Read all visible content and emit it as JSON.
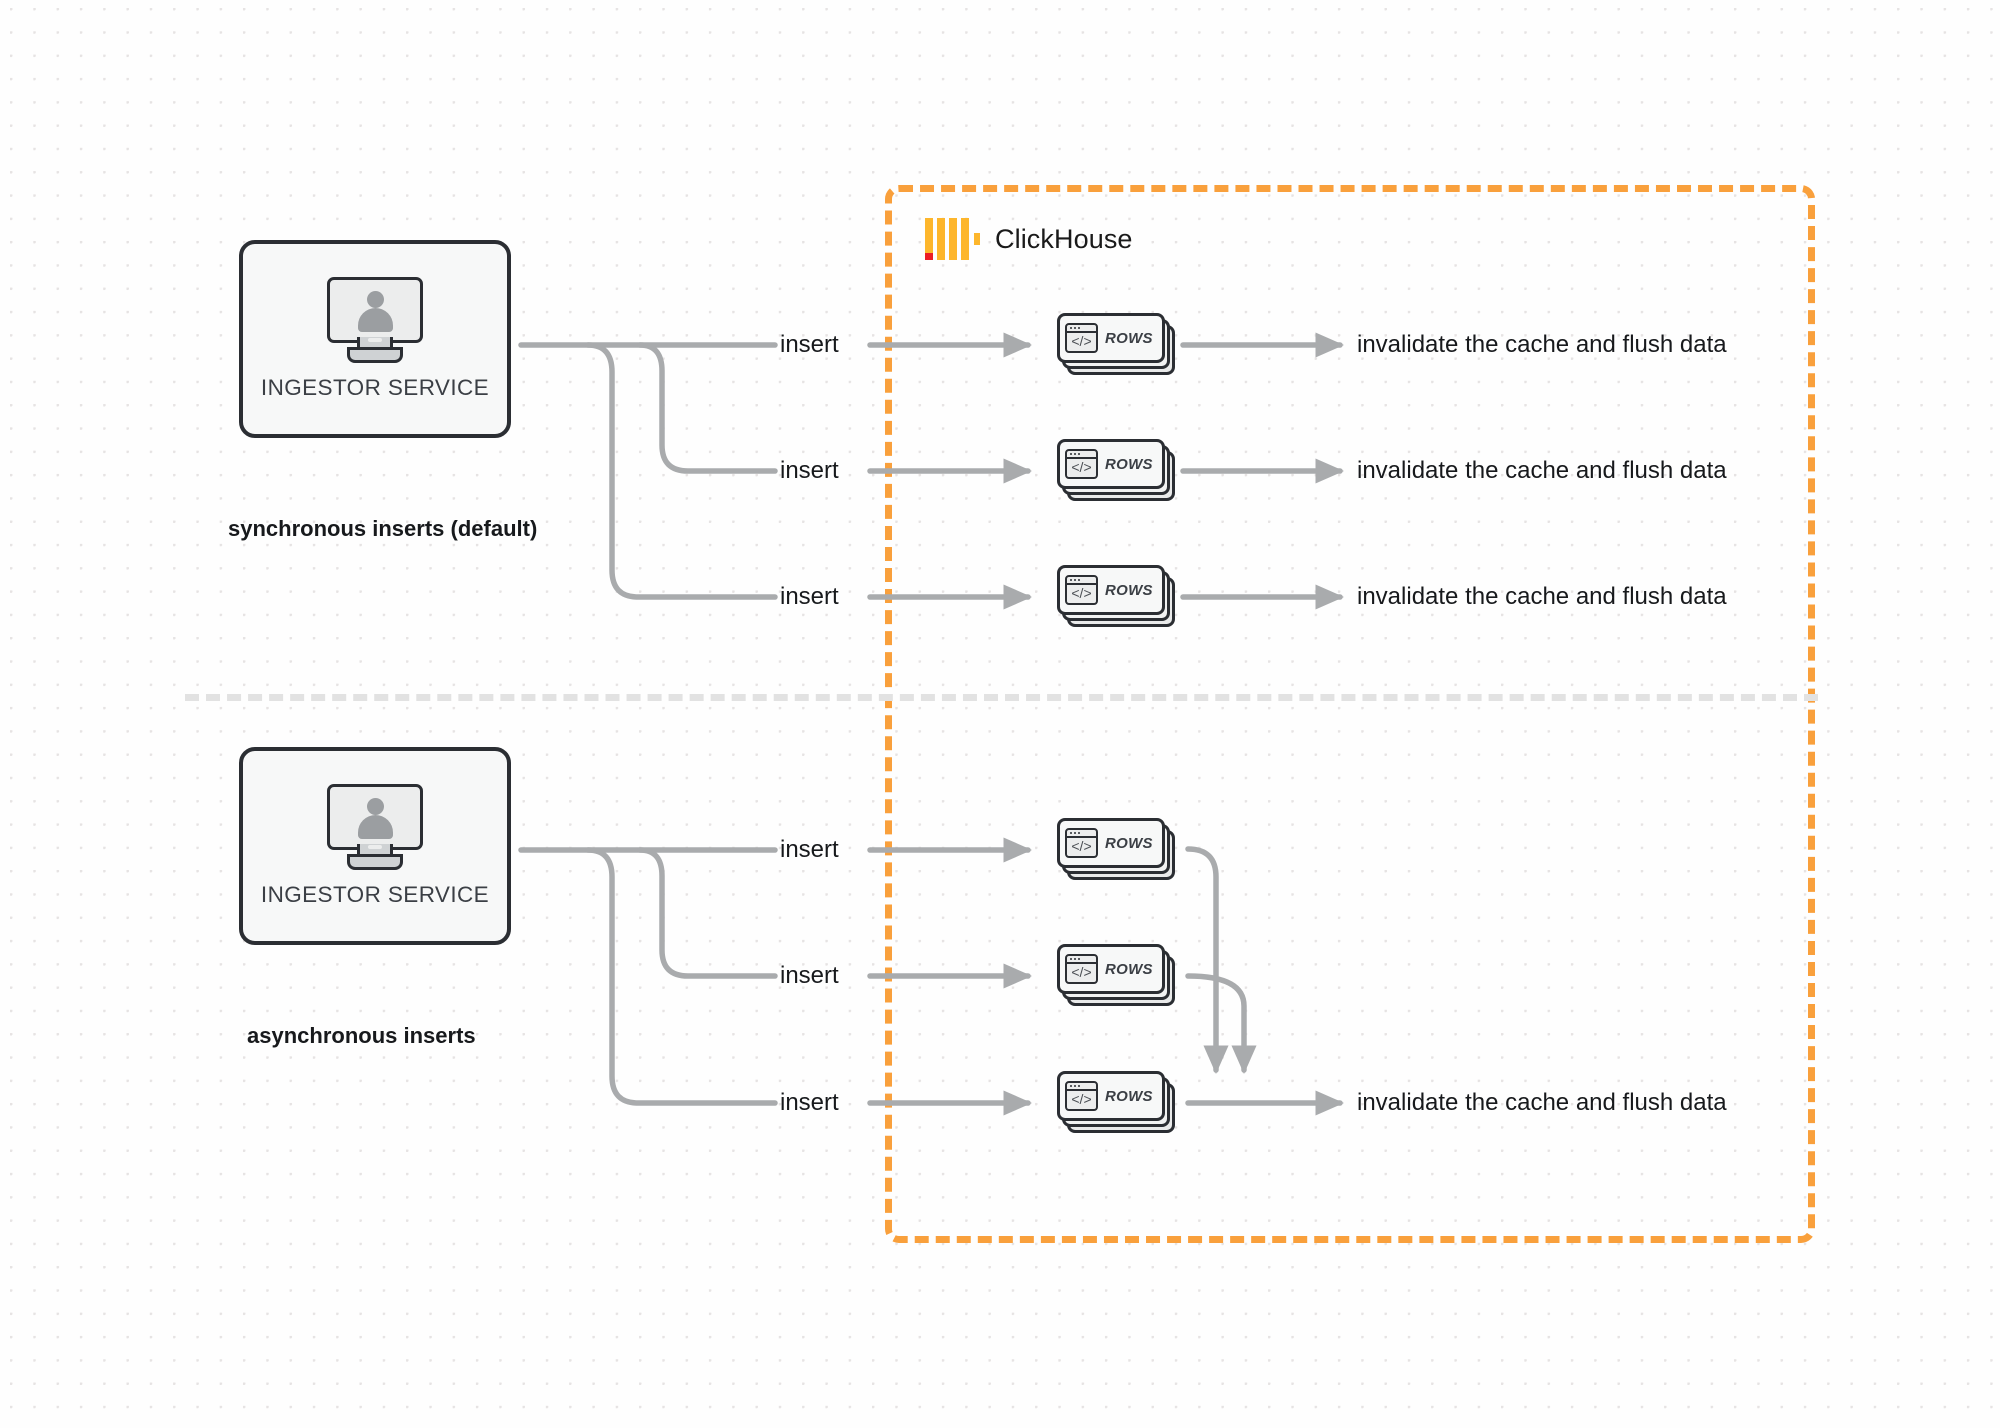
{
  "diagram": {
    "title": "ClickHouse synchronous vs asynchronous inserts",
    "colors": {
      "accent_orange": "#f9a03c",
      "logo_yellow": "#fdb62c",
      "logo_red": "#ec1c24",
      "wire_gray": "#a9abad",
      "node_border": "#2b2e33",
      "divider_gray": "#e2e2e2",
      "canvas_bg": "#fefefe",
      "dot_gray": "#e6e3e3"
    }
  },
  "clickhouse_region": {
    "label": "ClickHouse",
    "logo_icon": "clickhouse-logo-icon",
    "border_style": "dashed"
  },
  "sections": [
    {
      "id": "synchronous",
      "caption": "synchronous inserts (default)",
      "service": {
        "label": "INGESTOR SERVICE",
        "icon": "monitor-user-icon"
      },
      "flows": [
        {
          "insert_label": "insert",
          "node_label": "ROWS",
          "node_icon": "code-window-icon",
          "outcome_label": "invalidate the cache and flush data"
        },
        {
          "insert_label": "insert",
          "node_label": "ROWS",
          "node_icon": "code-window-icon",
          "outcome_label": "invalidate the cache and flush data"
        },
        {
          "insert_label": "insert",
          "node_label": "ROWS",
          "node_icon": "code-window-icon",
          "outcome_label": "invalidate the cache and flush data"
        }
      ]
    },
    {
      "id": "asynchronous",
      "caption": "asynchronous inserts",
      "service": {
        "label": "INGESTOR SERVICE",
        "icon": "monitor-user-icon"
      },
      "flows": [
        {
          "insert_label": "insert",
          "node_label": "ROWS",
          "node_icon": "code-window-icon",
          "outcome_label": ""
        },
        {
          "insert_label": "insert",
          "node_label": "ROWS",
          "node_icon": "code-window-icon",
          "outcome_label": ""
        },
        {
          "insert_label": "insert",
          "node_label": "ROWS",
          "node_icon": "code-window-icon",
          "outcome_label": "invalidate the cache and flush data"
        }
      ]
    }
  ]
}
